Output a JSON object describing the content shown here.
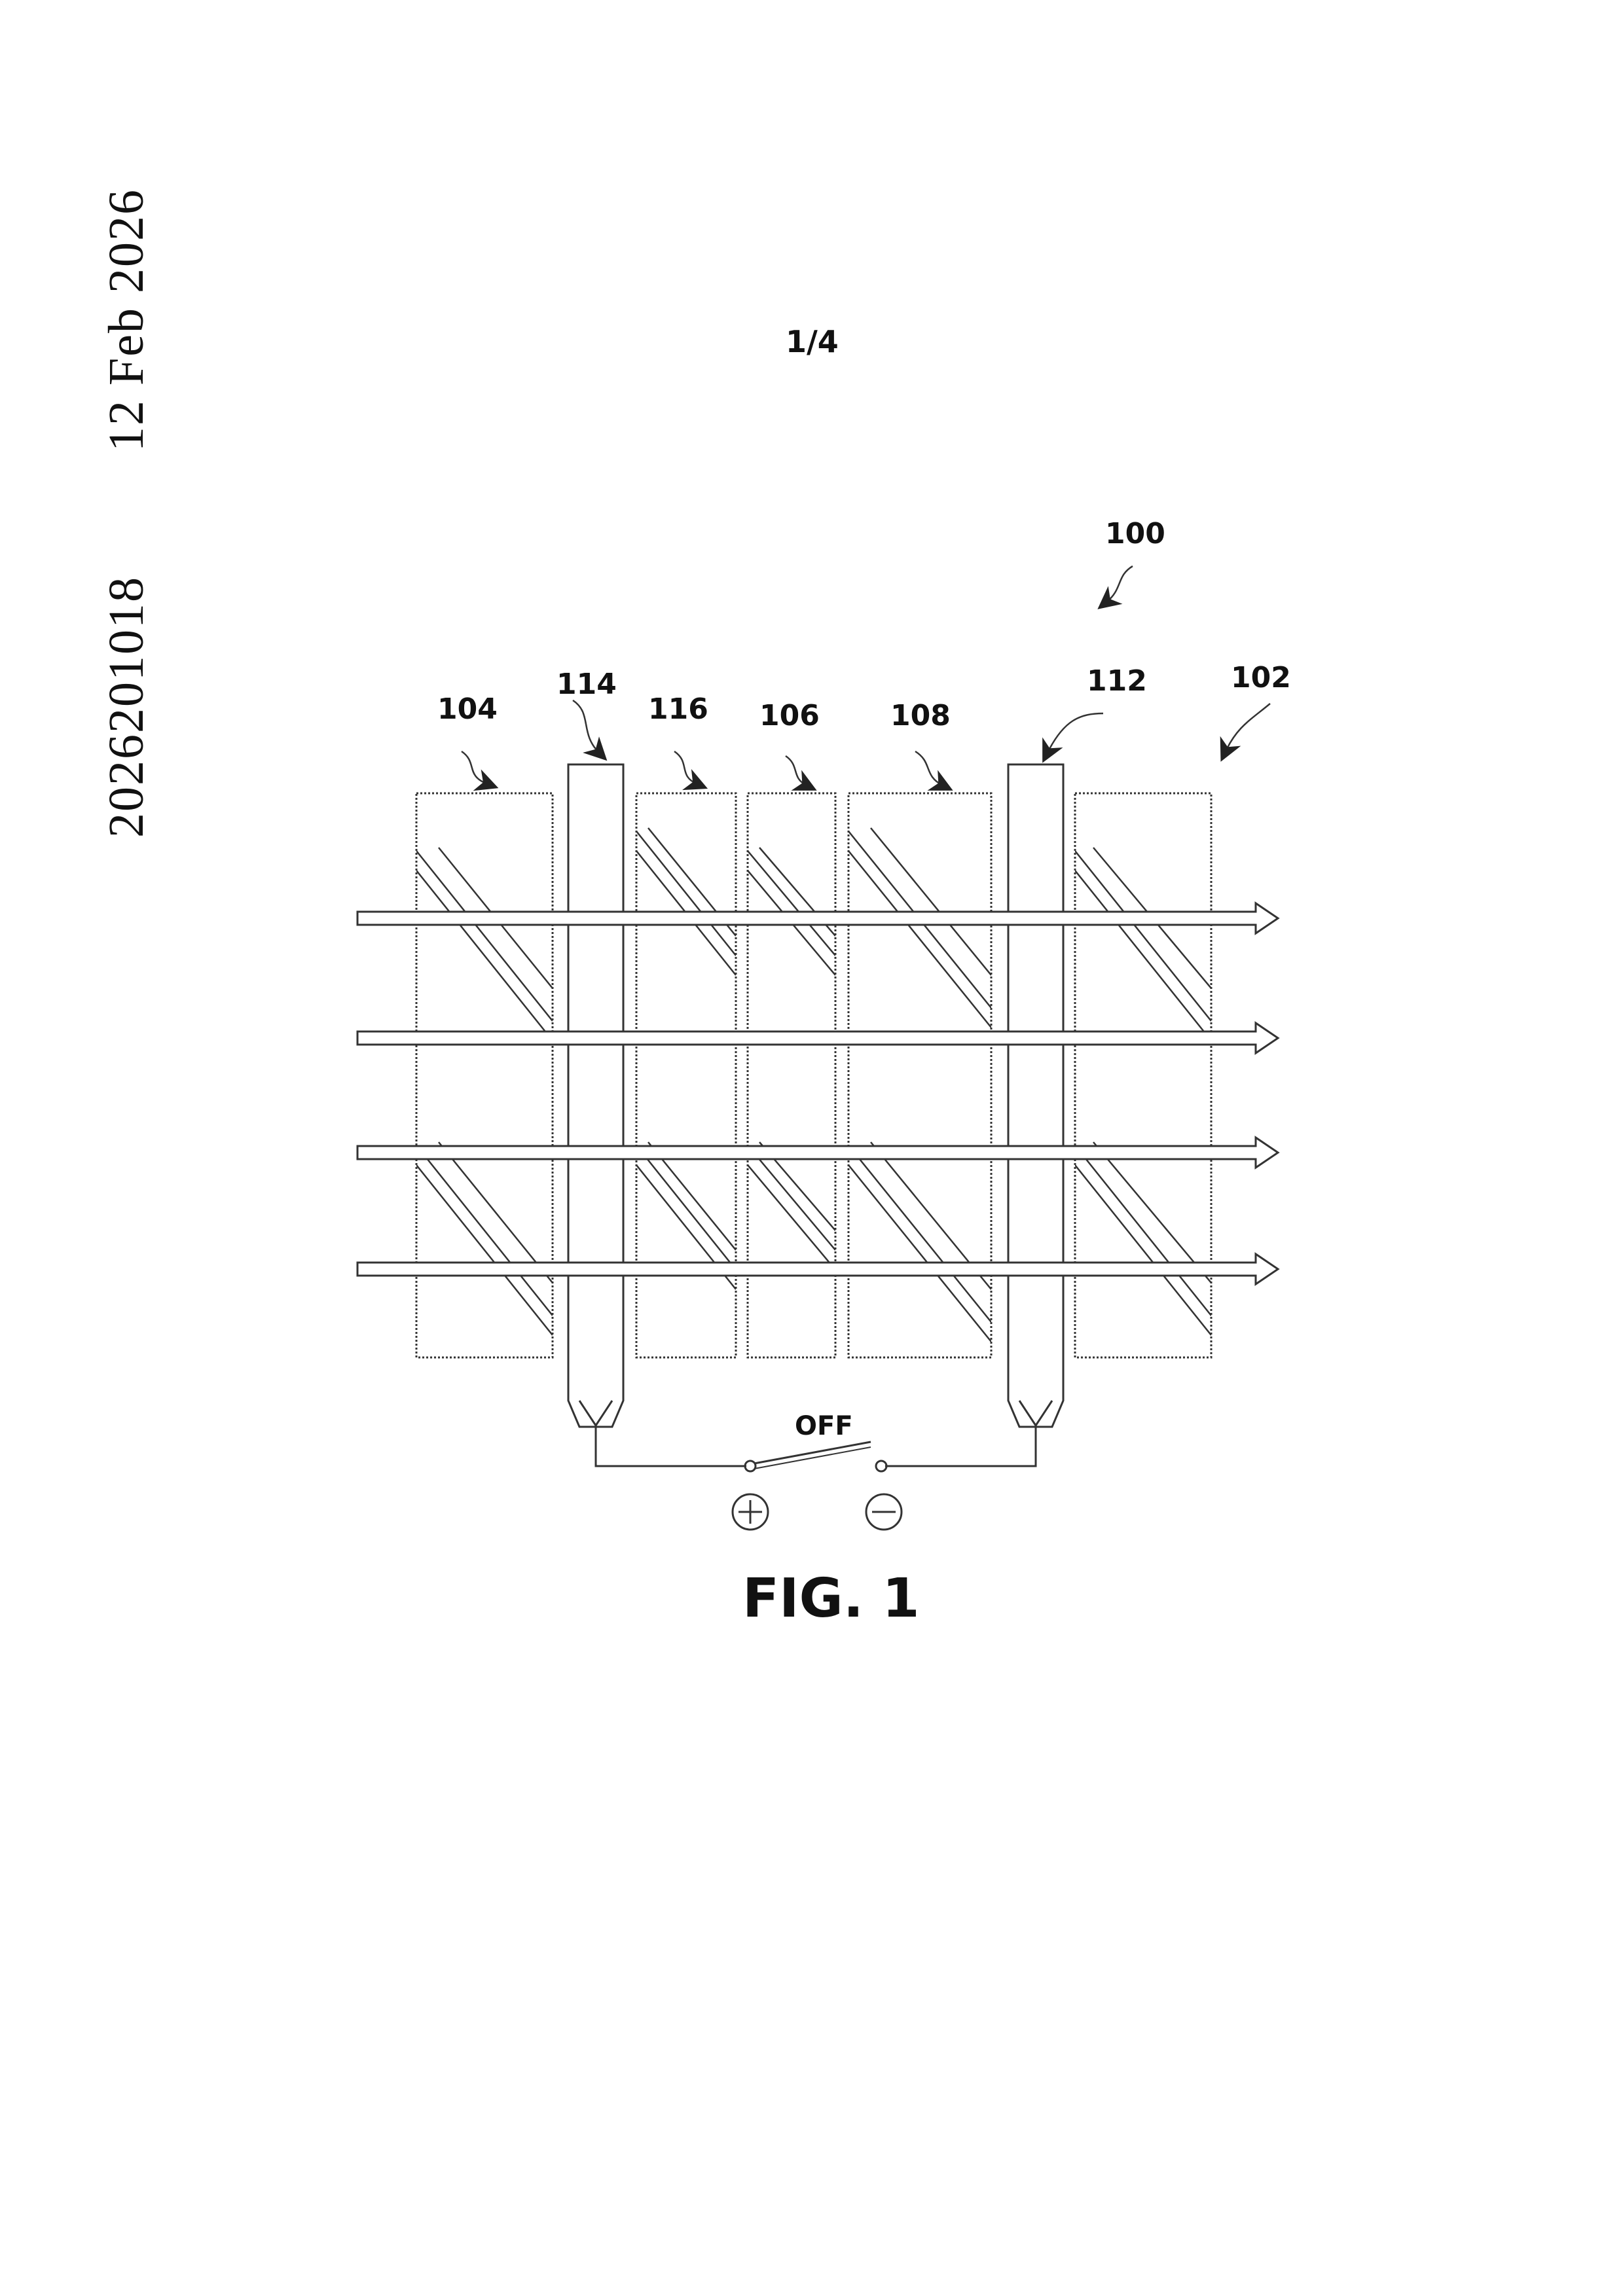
{
  "side_meta": {
    "publication_number": "2026201018",
    "date": "12 Feb 2026"
  },
  "sheet_number": "1/4",
  "figure": {
    "caption": "FIG. 1",
    "switch_state": "OFF",
    "terminal_positive": "+",
    "terminal_negative": "−",
    "reference_numerals": {
      "assembly": "100",
      "layer_102": "102",
      "layer_104": "104",
      "layer_106": "106",
      "layer_108": "108",
      "electrode_112": "112",
      "electrode_114": "114",
      "layer_116": "116"
    }
  }
}
